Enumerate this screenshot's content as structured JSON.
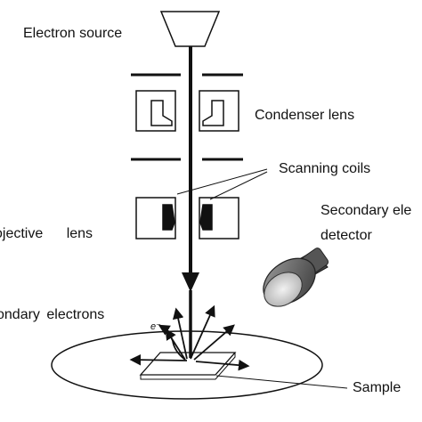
{
  "labels": {
    "electron_source": "Electron source",
    "condenser_lens": "Condenser lens",
    "scanning_coils": "Scanning coils",
    "objective_lens": "ojective lens",
    "detector_line1": "Secondary ele",
    "detector_line2": "detector",
    "secondary_electrons": "ondary electrons",
    "sample": "Sample",
    "electron_symbol": "e⁻"
  },
  "colors": {
    "line": "#111111",
    "lens_fill": "#ffffff",
    "pole_fill": "#111111",
    "stage_fill": "#ffffff",
    "detector_body": "#6a6a6a",
    "detector_face": "#d9d9d9"
  }
}
